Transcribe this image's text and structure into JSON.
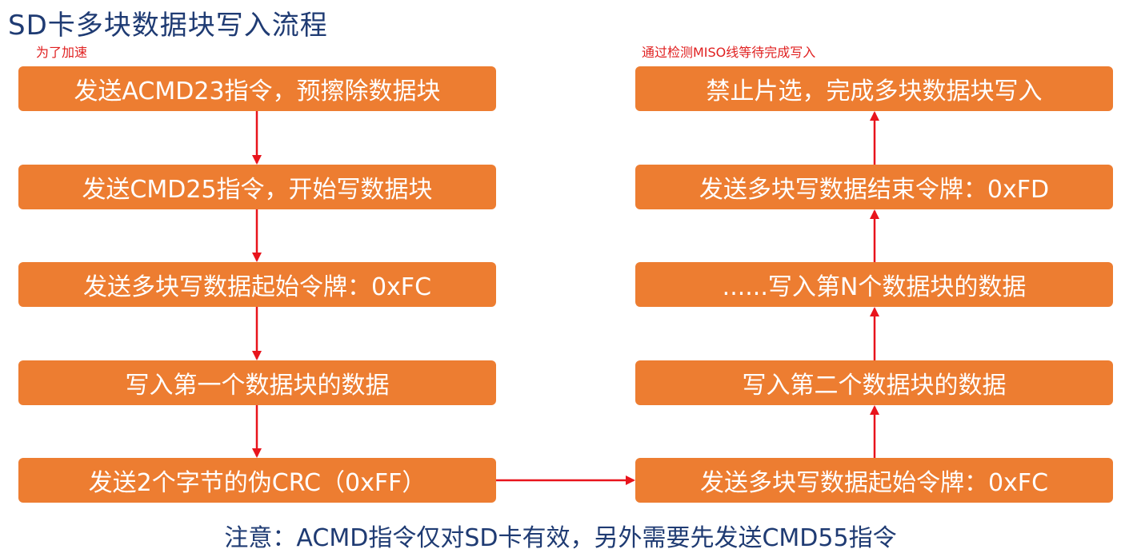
{
  "title": "SD卡多块数据块写入流程",
  "notes": {
    "speed": "为了加速",
    "miso": "通过检测MISO线等待完成写入"
  },
  "left_steps": [
    "发送ACMD23指令，预擦除数据块",
    "发送CMD25指令，开始写数据块",
    "发送多块写数据起始令牌：0xFC",
    "写入第一个数据块的数据",
    "发送2个字节的伪CRC（0xFF）"
  ],
  "right_steps": [
    "禁止片选，完成多块数据块写入",
    "发送多块写数据结束令牌：0xFD",
    "......写入第N个数据块的数据",
    "写入第二个数据块的数据",
    "发送多块写数据起始令牌：0xFC"
  ],
  "footer": "注意：ACMD指令仅对SD卡有效，另外需要先发送CMD55指令",
  "colors": {
    "box": "#ed7d31",
    "arrow": "#e8141c",
    "title": "#1f3b73",
    "note": "#e02020"
  }
}
